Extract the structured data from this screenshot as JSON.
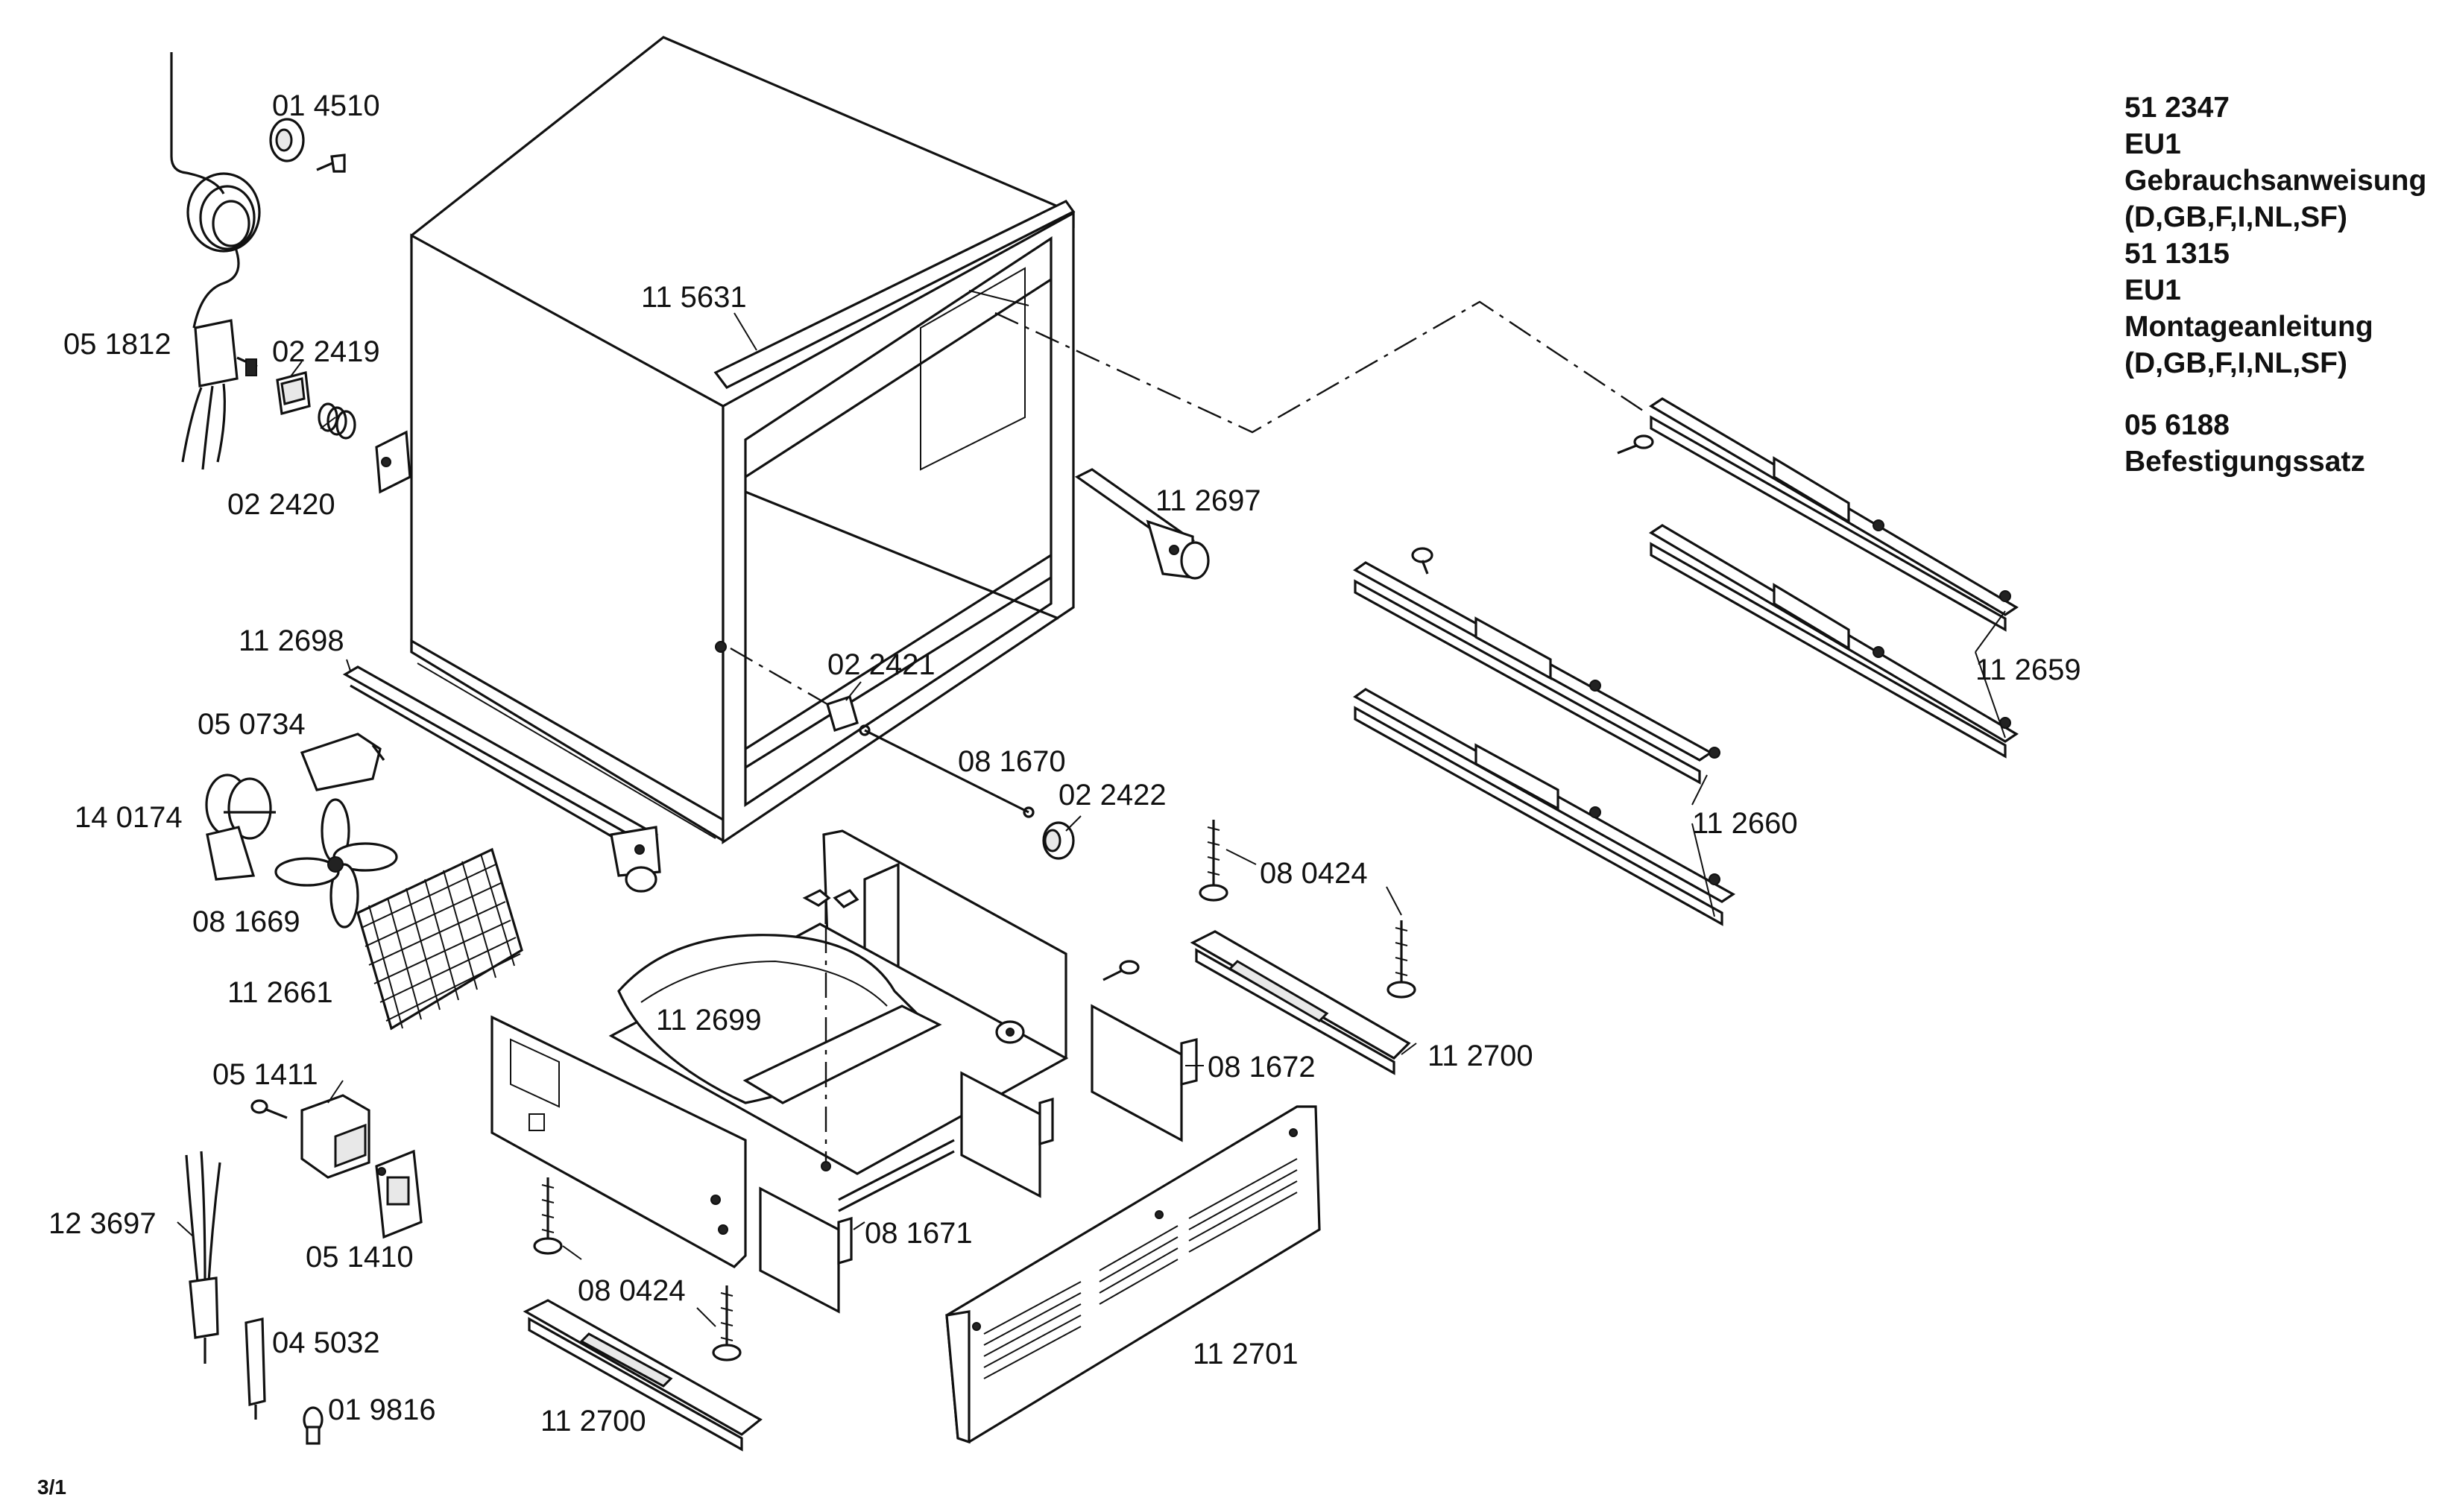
{
  "labels": {
    "p014510": "01 4510",
    "p051812": "05 1812",
    "p022419": "02 2419",
    "p022420": "02 2420",
    "p115631": "11 5631",
    "p112697": "11 2697",
    "p112698": "11 2698",
    "p050734": "05 0734",
    "p140174": "14 0174",
    "p022421": "02 2421",
    "p081670": "08 1670",
    "p022422": "02 2422",
    "p081669": "08 1669",
    "p112661": "11 2661",
    "p112699": "11 2699",
    "p080424a": "08 0424",
    "p112700a": "11 2700",
    "p081672": "08 1672",
    "p112659": "11 2659",
    "p112660": "11 2660",
    "p051411": "05 1411",
    "p051410": "05 1410",
    "p123697": "12 3697",
    "p081671": "08 1671",
    "p080424b": "08 0424",
    "p045032": "04 5032",
    "p019816": "01 9816",
    "p112700b": "11 2700",
    "p112701": "11 2701"
  },
  "info": {
    "line1": "51 2347",
    "line2": "EU1",
    "line3": "Gebrauchsanweisung",
    "line4": "(D,GB,F,I,NL,SF)",
    "line5": "51 1315",
    "line6": "EU1",
    "line7": "Montageanleitung",
    "line8": "(D,GB,F,I,NL,SF)",
    "line9": "05 6188",
    "line10": "Befestigungssatz"
  },
  "page_number": "3/1"
}
